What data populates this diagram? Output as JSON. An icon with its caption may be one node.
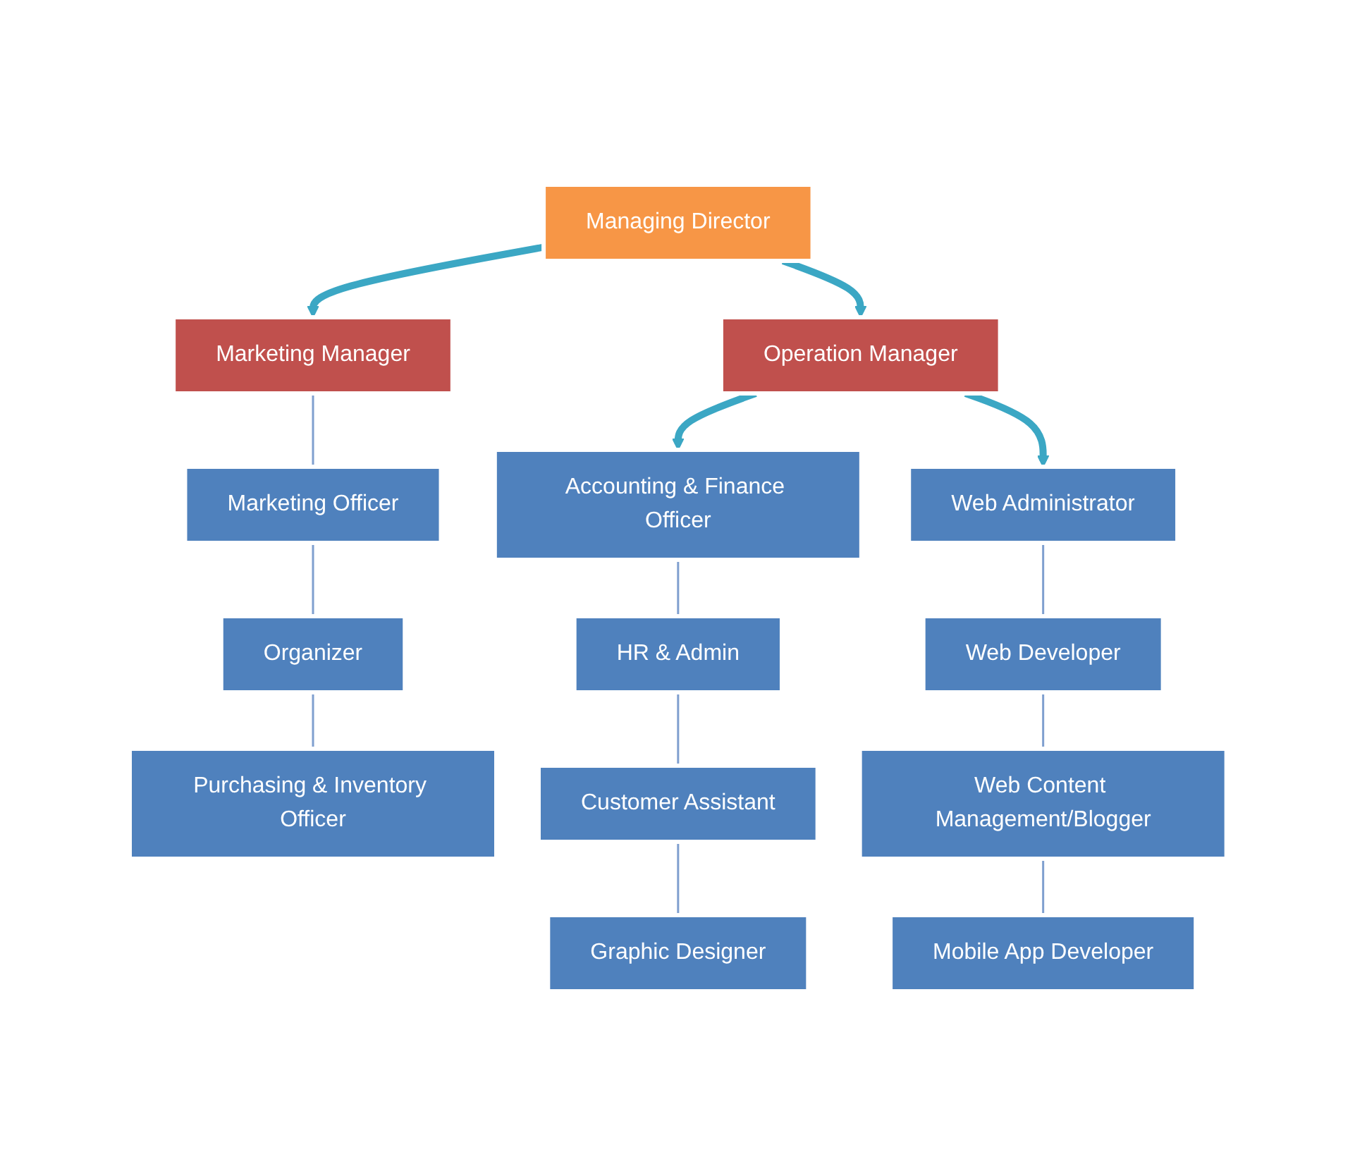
{
  "diagram": {
    "nodes": [
      {
        "text": [
          "Managing Director"
        ]
      },
      {
        "text": [
          "Marketing Manager"
        ]
      },
      {
        "text": [
          "Operation Manager"
        ]
      },
      {
        "text": [
          "Marketing Officer"
        ]
      },
      {
        "text": [
          "Organizer"
        ]
      },
      {
        "text": [
          "Purchasing & Inventory Officer"
        ]
      },
      {
        "text": [
          "Accounting & Finance Officer"
        ]
      },
      {
        "text": [
          "HR & Admin"
        ]
      },
      {
        "text": [
          "Customer Assistant"
        ]
      },
      {
        "text": [
          "Graphic Designer"
        ]
      },
      {
        "text": [
          "Web Administrator"
        ]
      },
      {
        "text": [
          "Web Developer"
        ]
      },
      {
        "text": [
          "Web Content Management/Blogger"
        ]
      },
      {
        "text": [
          "Mobile App Developer"
        ]
      }
    ],
    "edges": [
      {
        "from": 0,
        "to": 1,
        "arrow": "to",
        "style": "thick",
        "color": "#3ba7c4"
      },
      {
        "from": 0,
        "to": 2,
        "arrow": "to",
        "style": "thick",
        "color": "#3ba7c4"
      },
      {
        "from": 1,
        "to": 3,
        "arrow": "none"
      },
      {
        "from": 3,
        "to": 4,
        "arrow": "none"
      },
      {
        "from": 4,
        "to": 5,
        "arrow": "none"
      },
      {
        "from": 2,
        "to": 6,
        "arrow": "to",
        "style": "thick",
        "color": "#3ba7c4"
      },
      {
        "from": 2,
        "to": 10,
        "arrow": "to",
        "style": "thick",
        "color": "#3ba7c4"
      },
      {
        "from": 6,
        "to": 7,
        "arrow": "none"
      },
      {
        "from": 7,
        "to": 8,
        "arrow": "none"
      },
      {
        "from": 8,
        "to": 9,
        "arrow": "none"
      },
      {
        "from": 10,
        "to": 11,
        "arrow": "none"
      },
      {
        "from": 11,
        "to": 12,
        "arrow": "none"
      },
      {
        "from": 12,
        "to": 13,
        "arrow": "none"
      }
    ]
  }
}
